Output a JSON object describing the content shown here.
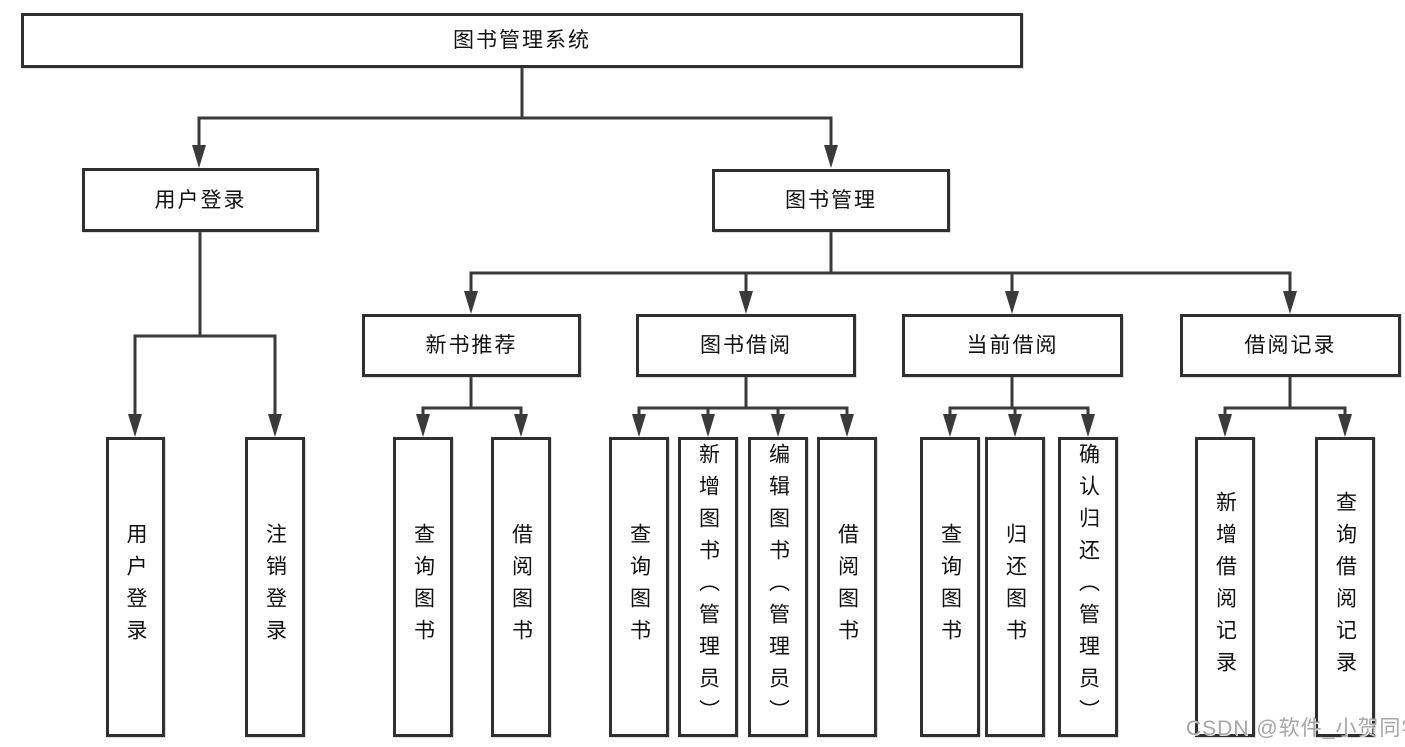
{
  "tree": {
    "label": "图书管理系统",
    "children": [
      {
        "label": "用户登录",
        "children": [
          {
            "label": "用户登录"
          },
          {
            "label": "注销登录"
          }
        ]
      },
      {
        "label": "图书管理",
        "children": [
          {
            "label": "新书推荐",
            "children": [
              {
                "label": "查询图书"
              },
              {
                "label": "借阅图书"
              }
            ]
          },
          {
            "label": "图书借阅",
            "children": [
              {
                "label": "查询图书"
              },
              {
                "label": "新增图书（管理员）"
              },
              {
                "label": "编辑图书（管理员）"
              },
              {
                "label": "借阅图书"
              }
            ]
          },
          {
            "label": "当前借阅",
            "children": [
              {
                "label": "查询图书"
              },
              {
                "label": "归还图书"
              },
              {
                "label": "确认归还（管理员）"
              }
            ]
          },
          {
            "label": "借阅记录",
            "children": [
              {
                "label": "新增借阅记录"
              },
              {
                "label": "查询借阅记录"
              }
            ]
          }
        ]
      }
    ]
  },
  "watermark": {
    "text": "CSDN @软件_小贺同学"
  },
  "colors": {
    "background": "#ffffff",
    "line": "#3a3a3a",
    "box_border": "#2f2f2f",
    "text": "#111111",
    "watermark": "#a6a6a6"
  }
}
